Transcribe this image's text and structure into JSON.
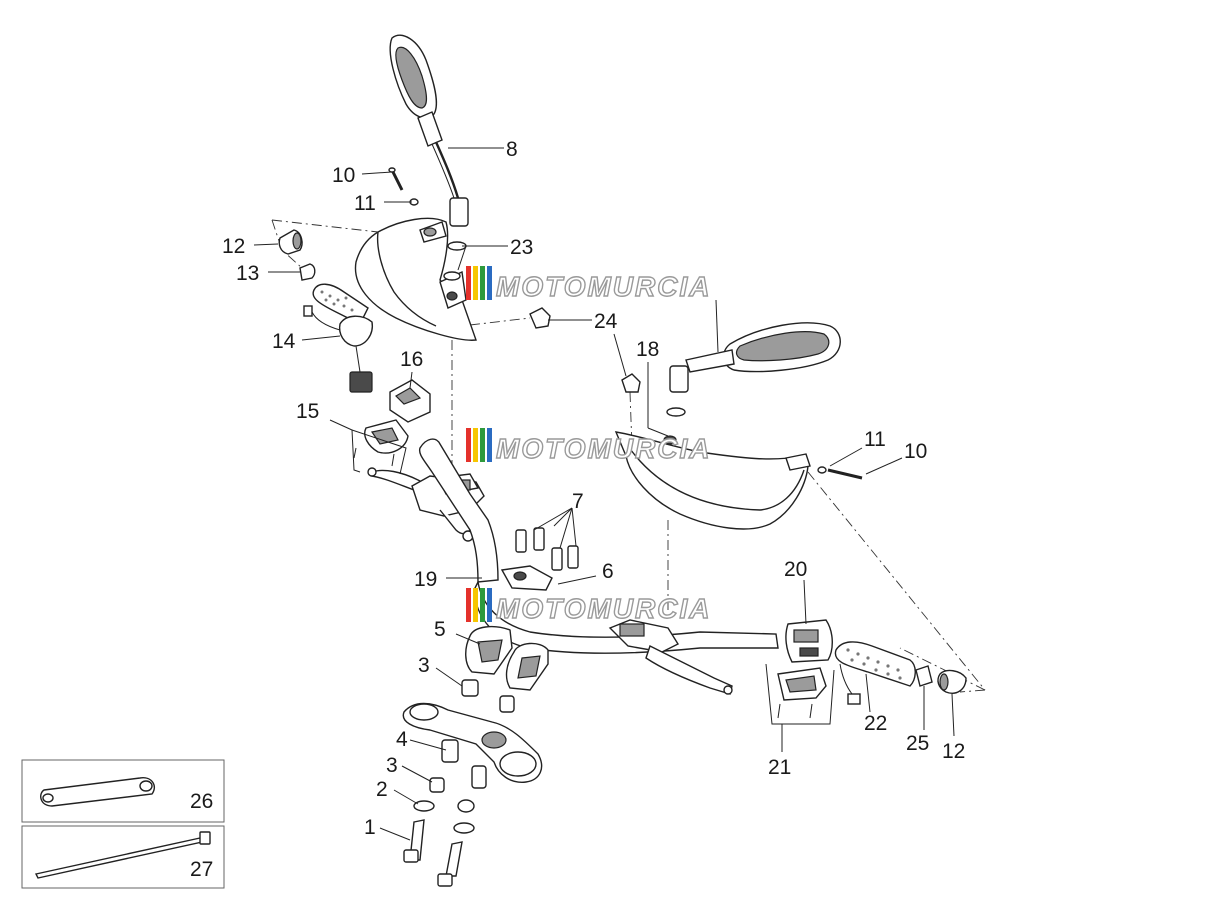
{
  "watermark": {
    "text": "MOTOMURCIA",
    "stripe_colors": [
      "#e4312b",
      "#f7c600",
      "#2e9a3c",
      "#2a6bc1"
    ]
  },
  "callouts": {
    "n1": "1",
    "n2": "2",
    "n3a": "3",
    "n3b": "3",
    "n4": "4",
    "n5": "5",
    "n6": "6",
    "n7": "7",
    "n8": "8",
    "n10a": "10",
    "n10b": "10",
    "n11a": "11",
    "n11b": "11",
    "n12a": "12",
    "n12b": "12",
    "n13": "13",
    "n14": "14",
    "n15": "15",
    "n16": "16",
    "n18": "18",
    "n19": "19",
    "n20": "20",
    "n21": "21",
    "n22": "22",
    "n23": "23",
    "n24": "24",
    "n25": "25",
    "n26": "26",
    "n27": "27"
  }
}
